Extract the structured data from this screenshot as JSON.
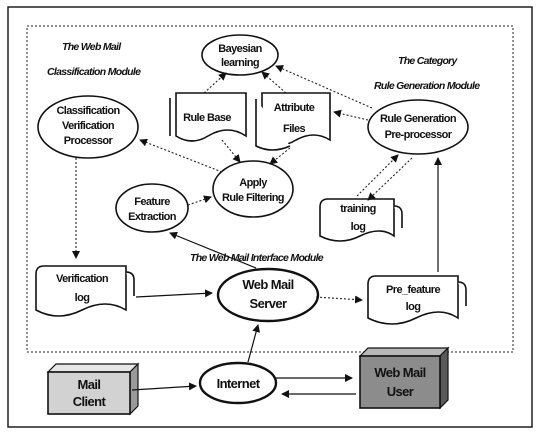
{
  "headings": {
    "classification_module": [
      "The Web Mail",
      "Classification Module"
    ],
    "category_module": [
      "The Category",
      "Rule Generation Module"
    ],
    "interface_module": "The Web Mail Interface Module"
  },
  "nodes": {
    "bayesian": [
      "Bayesian",
      "learning"
    ],
    "rule_base": "Rule Base",
    "attribute_files": [
      "Attribute",
      "Files"
    ],
    "classification_verification": [
      "Classification",
      "Verification",
      "Processor"
    ],
    "rule_generation": [
      "Rule Generation",
      "Pre-processor"
    ],
    "apply_filtering": [
      "Apply",
      "Rule Filtering"
    ],
    "feature_extraction": [
      "Feature",
      "Extraction"
    ],
    "training_log": [
      "training",
      "log"
    ],
    "verification_log": [
      "Verification",
      "log"
    ],
    "web_mail_server": [
      "Web Mail",
      "Server"
    ],
    "pre_feature_log": [
      "Pre_feature",
      "log"
    ],
    "mail_client": [
      "Mail",
      "Client"
    ],
    "internet": "Internet",
    "web_mail_user": [
      "Web Mail",
      "User"
    ]
  },
  "colors": {
    "stroke": "#111111",
    "user_box_fill": "#8c8c8c",
    "client_box_fill": "#d2d2d2"
  }
}
